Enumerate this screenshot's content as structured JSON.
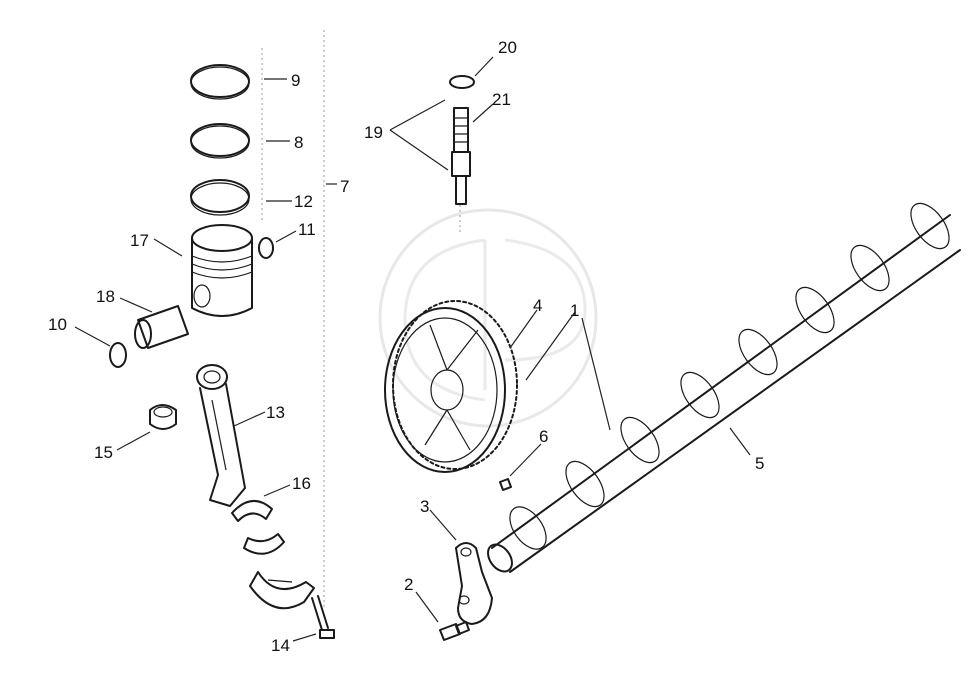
{
  "diagram": {
    "callouts": [
      "1",
      "2",
      "3",
      "4",
      "5",
      "6",
      "7",
      "8",
      "9",
      "10",
      "11",
      "12",
      "13",
      "14",
      "15",
      "16",
      "17",
      "18",
      "19",
      "20",
      "21"
    ]
  },
  "colors": {
    "ink": "#1a1a1a",
    "watermark": "#dcdcdc",
    "background": "#ffffff"
  }
}
